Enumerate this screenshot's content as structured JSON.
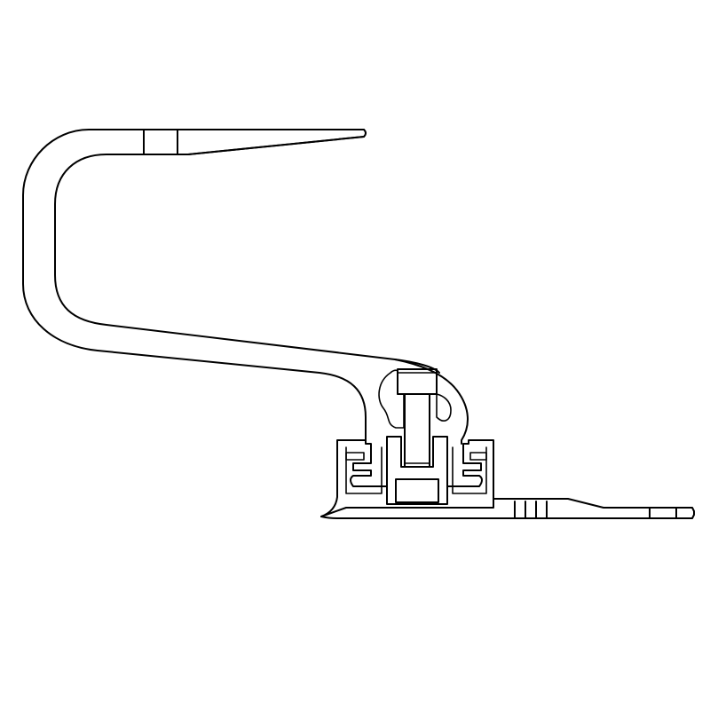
{
  "drawing": {
    "subject": "roof-hook-with-rail-clamp-profile",
    "parts": [
      "roof-hook",
      "mounting-rail",
      "clamp-bolt",
      "base-plate"
    ],
    "line_color": "#000000",
    "background_color": "#ffffff"
  }
}
